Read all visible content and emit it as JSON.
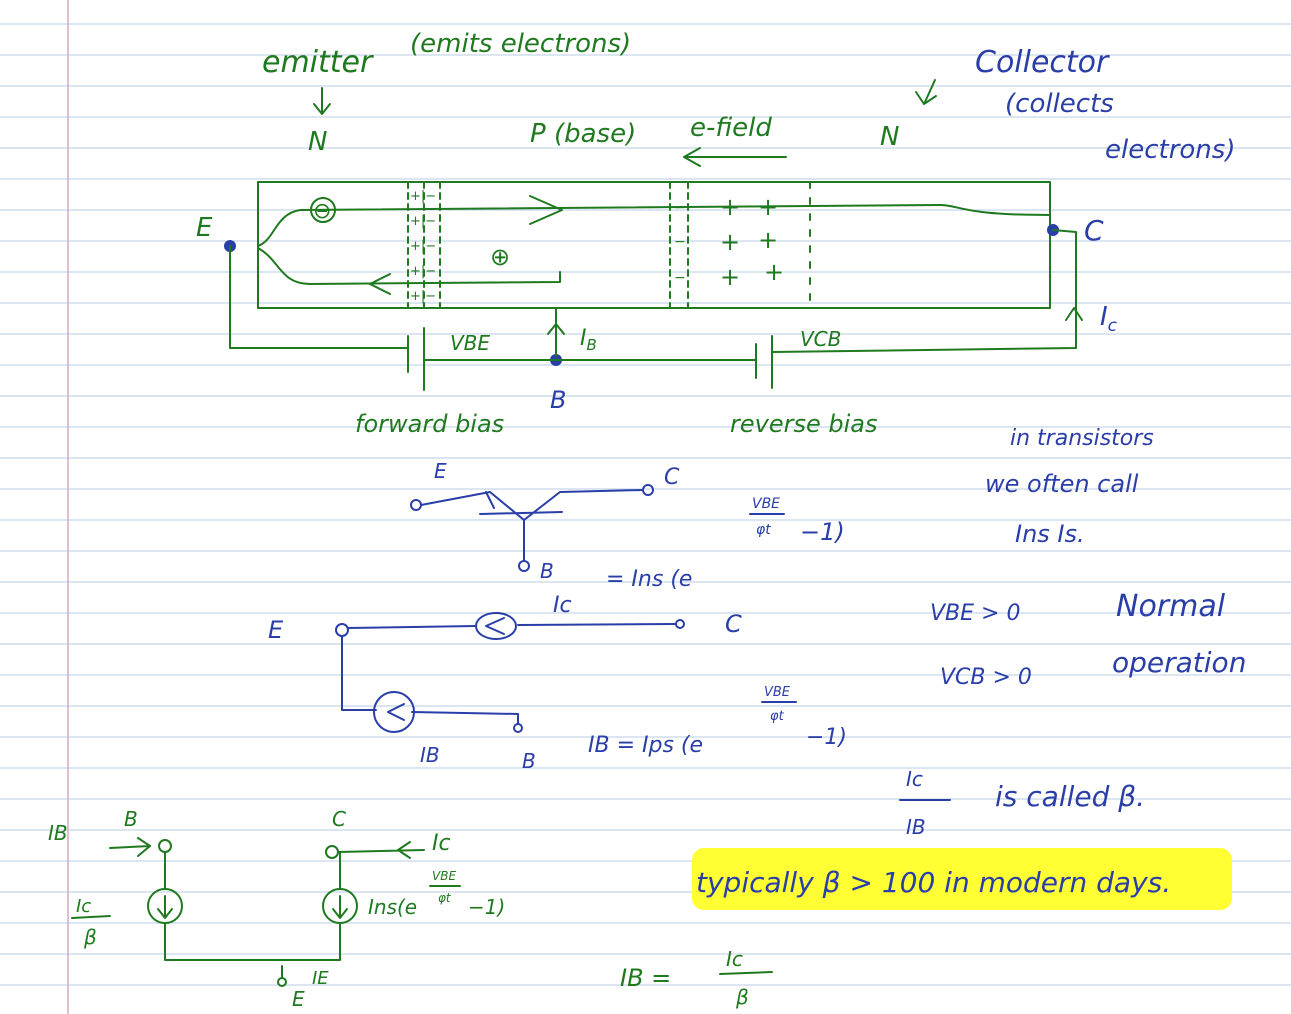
{
  "top": {
    "emitter": "emitter",
    "emits": "(emits electrons)",
    "n_left": "N",
    "p_base": "P (base)",
    "efield": "e-field",
    "n_right": "N",
    "collector": "Collector",
    "collects1": "(collects",
    "collects2": "electrons)"
  },
  "device": {
    "e": "E",
    "c": "C",
    "b": "B",
    "ib": "I",
    "ib_sub": "B",
    "ic": "I",
    "ic_sub": "c",
    "vbe": "VBE",
    "vcb": "VCB",
    "minus": "⊖",
    "plus": "⊕",
    "forward": "forward bias",
    "reverse": "reverse bias",
    "plus_charge": "+",
    "pn_marks": "+|−",
    "np_marks": "−"
  },
  "symbol": {
    "e": "E",
    "c": "C",
    "b": "B",
    "eq_ic": "= Ins (e",
    "exp_top": "VBE",
    "exp_bot": "φt",
    "eq_tail": "−1)"
  },
  "model1": {
    "e": "E",
    "c": "C",
    "ic": "Ic",
    "ib": "IB",
    "b": "B",
    "eq": "IB = Ips (e",
    "exp_top": "VBE",
    "exp_bot": "φt",
    "eq_tail": "−1)"
  },
  "notes": {
    "line1": "in transistors",
    "line2": "we often call",
    "line3": "Ins Is.",
    "cond1": "VBE > 0",
    "cond2": "VCB > 0",
    "normal": "Normal",
    "operation": "operation",
    "ratio_top": "Ic",
    "ratio_bot": "IB",
    "called": "is called β.",
    "typically": "typically β > 100 in modern days."
  },
  "model2": {
    "ib": "IB",
    "b": "B",
    "c": "C",
    "ic": "Ic",
    "ic_over": "Ic",
    "beta": "β",
    "ins": "Ins(e",
    "exp_top": "VBE",
    "exp_bot": "φt",
    "tail": "−1)",
    "e": "E",
    "ie": "IE",
    "eq_left": "IB =",
    "eq_top": "Ic",
    "eq_bot": "β"
  },
  "colors": {
    "green_ink": "#1f7a1f",
    "blue_ink": "#2a3ea8",
    "highlight": "#ffff33",
    "rule": "#b9cde6"
  }
}
